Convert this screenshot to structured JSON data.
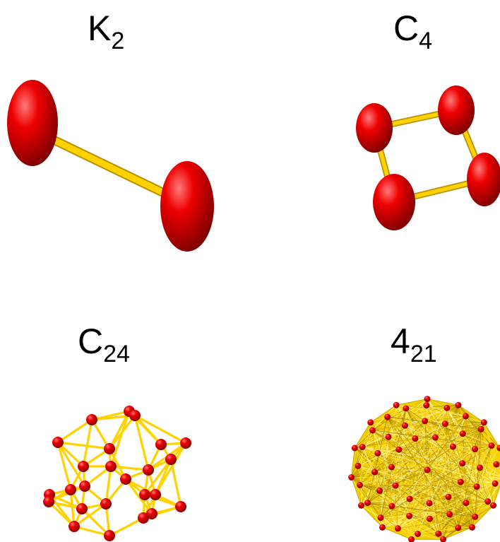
{
  "panels": [
    {
      "base": "K",
      "subscript": "2"
    },
    {
      "base": "C",
      "subscript": "4"
    },
    {
      "base": "C",
      "subscript": "24"
    },
    {
      "base": "4",
      "subscript": "21"
    }
  ],
  "colors": {
    "atom": "#e00000",
    "atom_highlight": "#ff6a6a",
    "atom_shadow": "#8a0000",
    "bond": "#ffd200",
    "bond_edge": "#b89000"
  }
}
